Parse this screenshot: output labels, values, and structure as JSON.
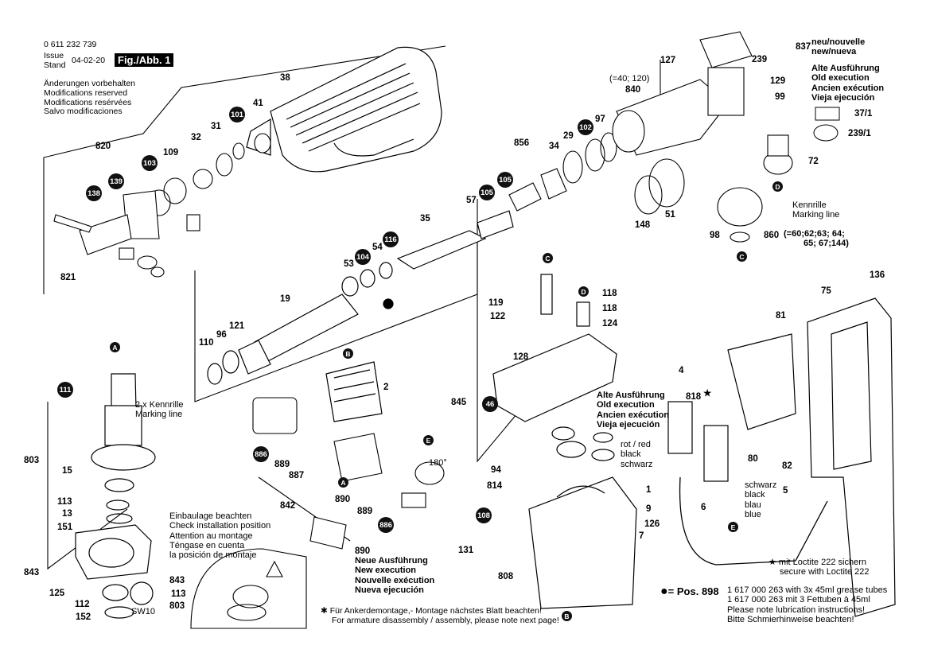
{
  "header": {
    "part_number": "0 611 232 739",
    "issue_label_1": "Issue",
    "issue_label_2": "Stand",
    "issue_date": "04-02-20",
    "fig_label": "Fig./Abb. 1",
    "disclaimer": [
      "Änderungen vorbehalten",
      "Modifications reserved",
      "Modifications resérvées",
      "Salvo modificaciones"
    ]
  },
  "callouts": {
    "c38": "38",
    "c41": "41",
    "c101": "101",
    "c31": "31",
    "c32": "32",
    "c109": "109",
    "c103": "103",
    "c820": "820",
    "c139": "139",
    "c138": "138",
    "c821": "821",
    "c35": "35",
    "c57": "57",
    "c105a": "105",
    "c105b": "105",
    "c856": "856",
    "c34": "34",
    "c29": "29",
    "c102": "102",
    "c97": "97",
    "c116": "116",
    "c54": "54",
    "c104": "104",
    "c53": "53",
    "c19": "19",
    "c121": "121",
    "c96": "96",
    "c110": "110",
    "c127": "127",
    "c840": "840",
    "c840pos": "(=40; 120)",
    "c148": "148",
    "c51": "51",
    "c837": "837",
    "c239": "239",
    "c129": "129",
    "c99": "99",
    "c72": "72",
    "c98": "98",
    "c860": "860",
    "c860pos1": "(=60;62;63; 64;",
    "c860pos2": "65; 67;144)",
    "c371": "37/1",
    "c2391": "239/1",
    "c111": "111",
    "c803": "803",
    "c15": "15",
    "c113": "113",
    "c13": "13",
    "c151": "151",
    "c843": "843",
    "c125": "125",
    "c112": "112",
    "c152": "152",
    "c2": "2",
    "c886a": "886",
    "c886b": "886",
    "c889a": "889",
    "c889b": "889",
    "c887": "887",
    "c842": "842",
    "c890a": "890",
    "c890b": "890",
    "c119": "119",
    "c122": "122",
    "c845": "845",
    "c46": "46",
    "c128": "128",
    "c118a": "118",
    "c118b": "118",
    "c124": "124",
    "c94": "94",
    "c814": "814",
    "c108": "108",
    "c131": "131",
    "c808": "808",
    "c1": "1",
    "c9": "9",
    "c7": "7",
    "c126": "126",
    "c136": "136",
    "c75": "75",
    "c81": "81",
    "c4": "4",
    "c818": "818",
    "c80": "80",
    "c82": "82",
    "c6": "6",
    "c5": "5",
    "c843b": "843",
    "c113b": "113",
    "c803b": "803",
    "sw10": "SW10",
    "c180": "180°"
  },
  "letters": {
    "A": "A",
    "B": "B",
    "C": "C",
    "D": "D",
    "E": "E"
  },
  "notes": {
    "new_old_837": [
      "neu/nouvelle",
      "new/nueva"
    ],
    "old_exec_top": [
      "Alte Ausführung",
      "Old execution",
      "Ancien exécution",
      "Vieja ejecución"
    ],
    "kennrille_right": [
      "Kennrille",
      "Marking line"
    ],
    "kennrille_left": [
      "2 x Kennrille",
      "Marking line"
    ],
    "old_exec_mid": [
      "Alte Ausführung",
      "Old execution",
      "Ancien exécution",
      "Vieja ejecución"
    ],
    "colors": [
      "rot / red",
      "black",
      "schwarz"
    ],
    "wire_colors": [
      "schwarz",
      "black",
      "blau",
      "blue"
    ],
    "new_exec": [
      "Neue Ausführung",
      "New execution",
      "Nouvelle exécution",
      "Nueva ejecución"
    ],
    "install": [
      "Einbaulage beachten",
      "Check installation position",
      "Attention au montage",
      "Téngase en cuenta",
      "la posición de montaje"
    ],
    "armature": [
      "Für Ankerdemontage,- Montage nächstes Blatt beachten!",
      "For armature disassembly / assembly, please note next page!"
    ],
    "loctite": [
      "mit Loctite 222 sichern",
      "secure with Loctite 222"
    ],
    "pos898": "= Pos. 898",
    "grease": [
      "1 617 000 263 with 3x 45ml grease tubes",
      "1 617 000 263 mit 3 Fettuben à 45ml",
      "Please note lubrication instructions!",
      "Bitte Schmierhinweise beachten!"
    ]
  }
}
